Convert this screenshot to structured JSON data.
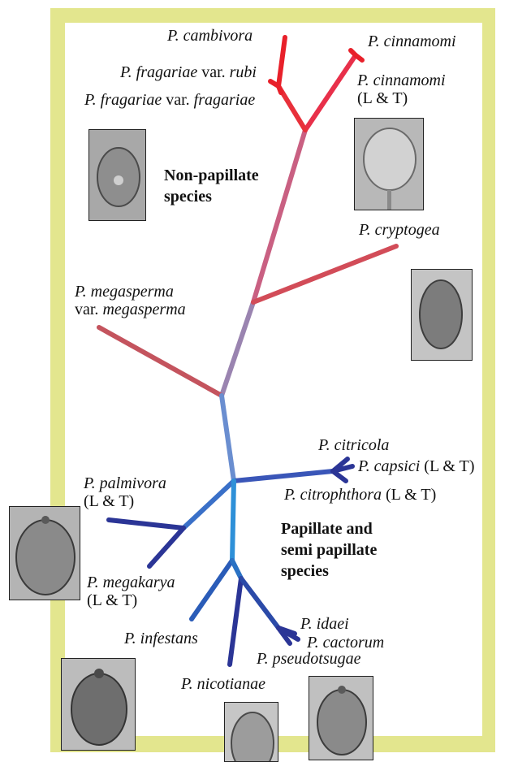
{
  "groups": {
    "non_papillate": [
      "Non-papillate",
      "species"
    ],
    "papillate": [
      "Papillate and",
      "semi papillate",
      "species"
    ]
  },
  "labels": {
    "cambivora": {
      "italic": "P. cambivora",
      "roman": ""
    },
    "cinnamomi": {
      "italic": "P. cinnamomi",
      "roman": ""
    },
    "rubi": {
      "p1": "P. fragariae",
      "p2": " var. ",
      "p3": "rubi"
    },
    "fragariae": {
      "p1": "P. fragariae",
      "p2": " var. ",
      "p3": "fragariae"
    },
    "cinnamomi_lt": {
      "italic": "P. cinnamomi",
      "line2": "(L & T)"
    },
    "cryptogea": {
      "italic": "P. cryptogea"
    },
    "megasperma": {
      "italic": "P. megasperma",
      "line2_roman": "var. ",
      "line2_italic": "megasperma"
    },
    "citricola": {
      "italic": "P. citricola"
    },
    "capsici": {
      "italic": "P. capsici",
      "roman": " (L & T)"
    },
    "citrophthora": {
      "italic": "P. citrophthora",
      "roman": " (L & T)"
    },
    "palmivora": {
      "italic": "P. palmivora",
      "line2": "(L & T)"
    },
    "megakarya": {
      "italic": "P. megakarya",
      "line2": "(L & T)"
    },
    "infestans": {
      "italic": "P. infestans"
    },
    "idaei": {
      "italic": "P. idaei"
    },
    "cactorum": {
      "italic": "P. cactorum"
    },
    "pseudotsugae": {
      "italic": "P. pseudotsugae"
    },
    "nicotianae": {
      "italic": "P. nicotianae"
    }
  },
  "colors": {
    "frame": "#e3e68e",
    "tip_red": "#e8202a",
    "mid_purple": "#9a84b0",
    "light_blue": "#3aa0e0",
    "deep_blue": "#2b3596"
  }
}
